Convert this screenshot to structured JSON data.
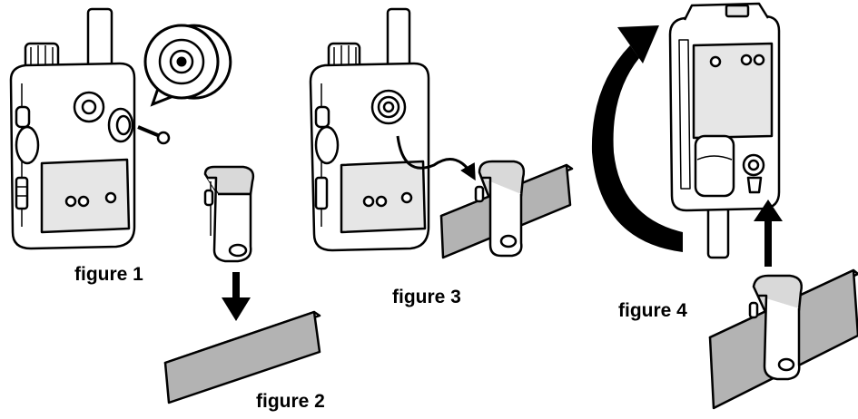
{
  "captions": {
    "fig1": "figure 1",
    "fig2": "figure 2",
    "fig3": "figure 3",
    "fig4": "figure 4"
  },
  "colors": {
    "ink": "#000000",
    "paper": "#ffffff",
    "belt": "#b3b3b3",
    "clip_shade": "#d9d9d9",
    "radio_shade": "#e6e6e6"
  },
  "icons": {
    "down_arrow": "down-arrow-icon",
    "up_arrow": "up-arrow-icon",
    "rotate_arrow": "curved-rotate-arrow-icon",
    "attach_arrow": "curved-attach-arrow-icon",
    "magnifier": "zoom-callout-icon"
  }
}
